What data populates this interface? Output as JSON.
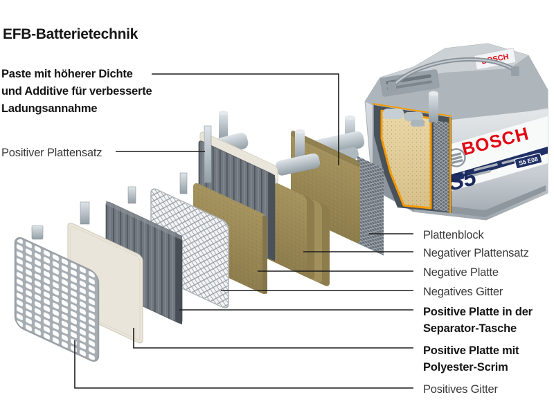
{
  "title": "EFB-Batterietechnik",
  "annotations": {
    "paste": {
      "line1": "Paste mit höherer Dichte",
      "line2": "und Additive für verbesserte",
      "line3": "Ladungsannahme"
    },
    "positiver_plattensatz": "Positiver Plattensatz",
    "plattenblock": "Plattenblock",
    "negativer_plattensatz": "Negativer Plattensatz",
    "negative_platte": "Negative Platte",
    "negatives_gitter": "Negatives Gitter",
    "positive_platte_separator": {
      "line1": "Positive Platte in der",
      "line2": "Separator-Tasche"
    },
    "positive_platte_scrim": {
      "line1": "Positive Platte mit",
      "line2": "Polyester-Scrim"
    },
    "positives_gitter": "Positives Gitter"
  },
  "battery": {
    "brand": "BOSCH",
    "series": "S5",
    "badge": "S5 E08"
  },
  "colors": {
    "bosch_red": "#e30613",
    "navy": "#203066",
    "orange": "#f59b00",
    "tan": "#9c8b59",
    "sand": "#e6d3a4",
    "line": "#1c1c1c"
  }
}
